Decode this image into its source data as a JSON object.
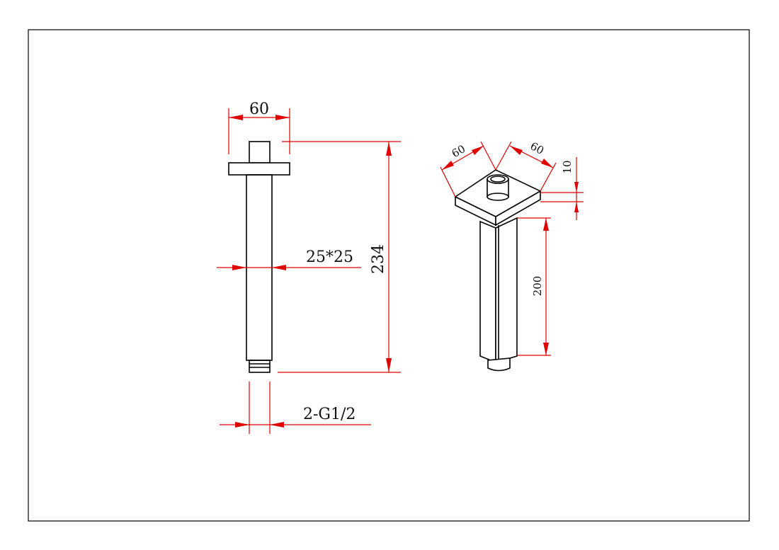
{
  "colors": {
    "outline": "#000000",
    "dimension_lines": "#e00000",
    "background": "#ffffff"
  },
  "front_view": {
    "flange_width": "60",
    "tube_section": "25*25",
    "total_height": "234",
    "thread": "2-G1/2"
  },
  "iso_view": {
    "flange_side_a": "60",
    "flange_side_b": "60",
    "flange_thickness": "10",
    "tube_length": "200"
  }
}
